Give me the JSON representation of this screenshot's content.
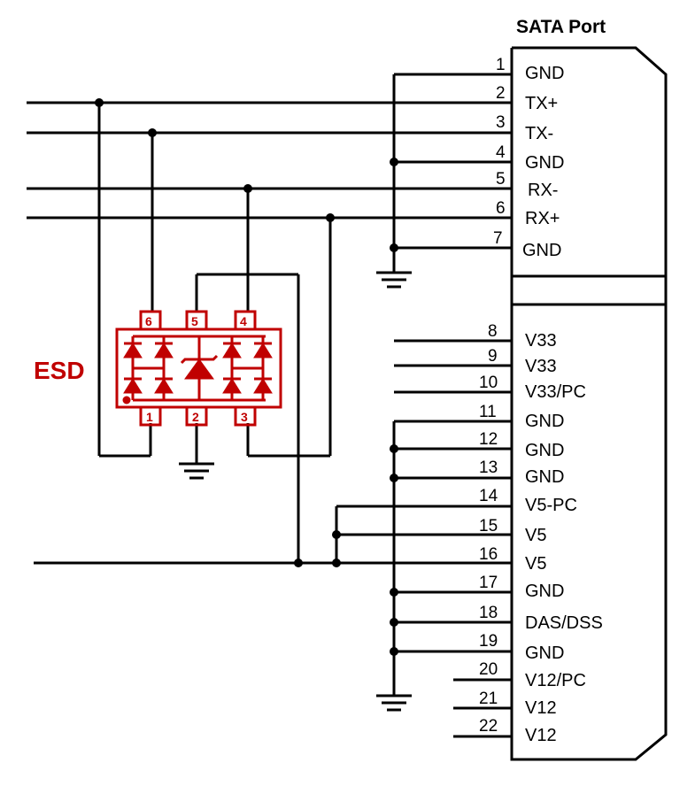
{
  "connector": {
    "title": "SATA Port",
    "signal_pins": [
      {
        "num": "1",
        "label": "GND"
      },
      {
        "num": "2",
        "label": "TX+"
      },
      {
        "num": "3",
        "label": "TX-"
      },
      {
        "num": "4",
        "label": "GND"
      },
      {
        "num": "5",
        "label": "RX-"
      },
      {
        "num": "6",
        "label": "RX+"
      },
      {
        "num": "7",
        "label": "GND"
      }
    ],
    "power_pins": [
      {
        "num": "8",
        "label": "V33"
      },
      {
        "num": "9",
        "label": "V33"
      },
      {
        "num": "10",
        "label": "V33/PC"
      },
      {
        "num": "11",
        "label": "GND"
      },
      {
        "num": "12",
        "label": "GND"
      },
      {
        "num": "13",
        "label": "GND"
      },
      {
        "num": "14",
        "label": "V5-PC"
      },
      {
        "num": "15",
        "label": "V5"
      },
      {
        "num": "16",
        "label": "V5"
      },
      {
        "num": "17",
        "label": "GND"
      },
      {
        "num": "18",
        "label": "DAS/DSS"
      },
      {
        "num": "19",
        "label": "GND"
      },
      {
        "num": "20",
        "label": "V12/PC"
      },
      {
        "num": "21",
        "label": "V12"
      },
      {
        "num": "22",
        "label": "V12"
      }
    ]
  },
  "esd": {
    "label": "ESD",
    "pins": [
      "6",
      "5",
      "4",
      "1",
      "2",
      "3"
    ],
    "color": "#c00000"
  },
  "wire_color": "#000000"
}
